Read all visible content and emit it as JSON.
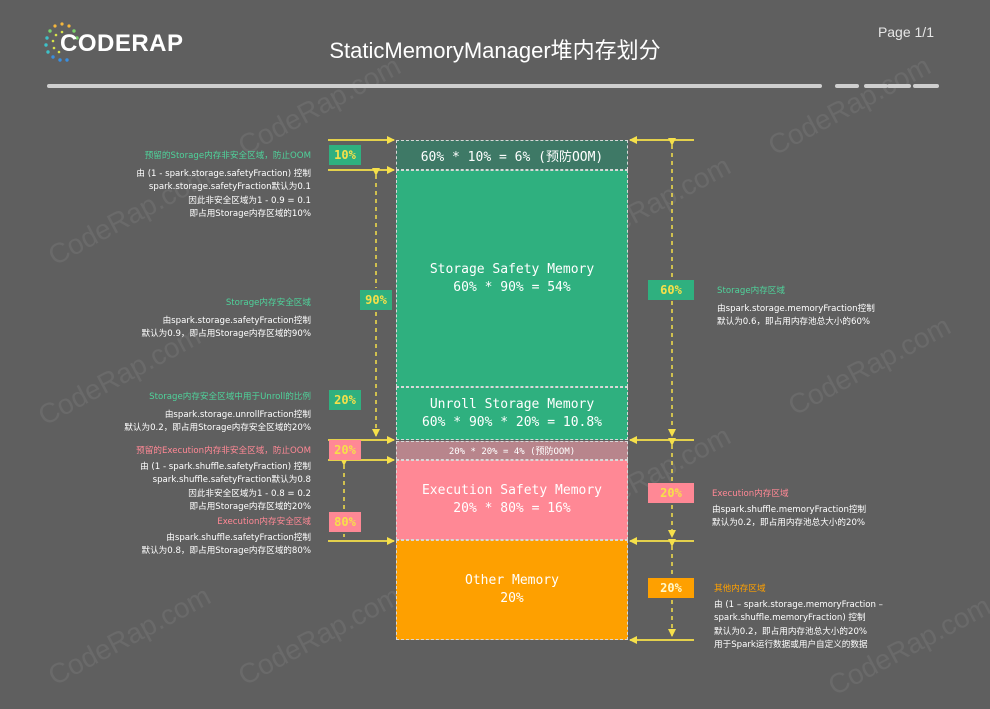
{
  "header": {
    "brand": "CODERAP",
    "title": "StaticMemoryManager堆内存划分",
    "page": "Page 1/1"
  },
  "watermark": "CodeRap.com",
  "blocks": {
    "storage_reserve": "60% * 10% = 6% (预防OOM)",
    "storage_safety_title": "Storage Safety Memory",
    "storage_safety_value": "60% * 90% = 54%",
    "unroll_title": "Unroll Storage Memory",
    "unroll_value": "60% * 90% * 20% = 10.8%",
    "exec_reserve": "20% * 20% = 4% (预防OOM)",
    "exec_title": "Execution Safety Memory",
    "exec_value": "20% * 80% = 16%",
    "other_title": "Other Memory",
    "other_value": "20%"
  },
  "badges": {
    "storage_unsafe": "10%",
    "storage_safe": "90%",
    "unroll": "20%",
    "exec_unsafe": "20%",
    "exec_safe": "80%",
    "storage_region": "60%",
    "exec_region": "20%",
    "other_region": "20%"
  },
  "notes_left": {
    "storage_unsafe": {
      "heading": "预留的Storage内存非安全区域，防止OOM",
      "lines": [
        "由 (1 - spark.storage.safetyFraction) 控制",
        "spark.storage.safetyFraction默认为0.1",
        "因此非安全区域为1 - 0.9 = 0.1",
        "即占用Storage内存区域的10%"
      ]
    },
    "storage_safe": {
      "heading": "Storage内存安全区域",
      "lines": [
        "由spark.storage.safetyFraction控制",
        "默认为0.9，即占用Storage内存区域的90%"
      ]
    },
    "unroll": {
      "heading": "Storage内存安全区域中用于Unroll的比例",
      "lines": [
        "由spark.storage.unrollFraction控制",
        "默认为0.2，即占用Storage内存安全区域的20%"
      ]
    },
    "exec_unsafe": {
      "heading": "预留的Execution内存非安全区域，防止OOM",
      "lines": [
        "由 (1 - spark.shuffle.safetyFraction) 控制",
        "spark.shuffle.safetyFraction默认为0.8",
        "因此非安全区域为1 - 0.8 = 0.2",
        "即占用Storage内存区域的20%"
      ]
    },
    "exec_safe": {
      "heading": "Execution内存安全区域",
      "lines": [
        "由spark.shuffle.safetyFraction控制",
        "默认为0.8，即占用Storage内存区域的80%"
      ]
    }
  },
  "notes_right": {
    "storage_region": {
      "heading": "Storage内存区域",
      "lines": [
        "由spark.storage.memoryFraction控制",
        "默认为0.6，即占用内存池总大小的60%"
      ]
    },
    "exec_region": {
      "heading": "Execution内存区域",
      "lines": [
        "由spark.shuffle.memoryFraction控制",
        "默认为0.2，即占用内存池总大小的20%"
      ]
    },
    "other_region": {
      "heading": "其他内存区域",
      "lines": [
        "由 (1 – spark.storage.memoryFraction –",
        "spark.shuffle.memoryFraction) 控制",
        "默认为0.2，即占用内存池总大小的20%",
        "用于Spark运行数据或用户自定义的数据"
      ]
    }
  },
  "colors": {
    "background": "#5f5f5f",
    "storage_green": "#2fb07f",
    "storage_reserve": "#3e7966",
    "exec_pink": "#ff8895",
    "exec_reserve": "#b8858c",
    "other_orange": "#fea000",
    "arrow_yellow": "#f6e04a"
  }
}
